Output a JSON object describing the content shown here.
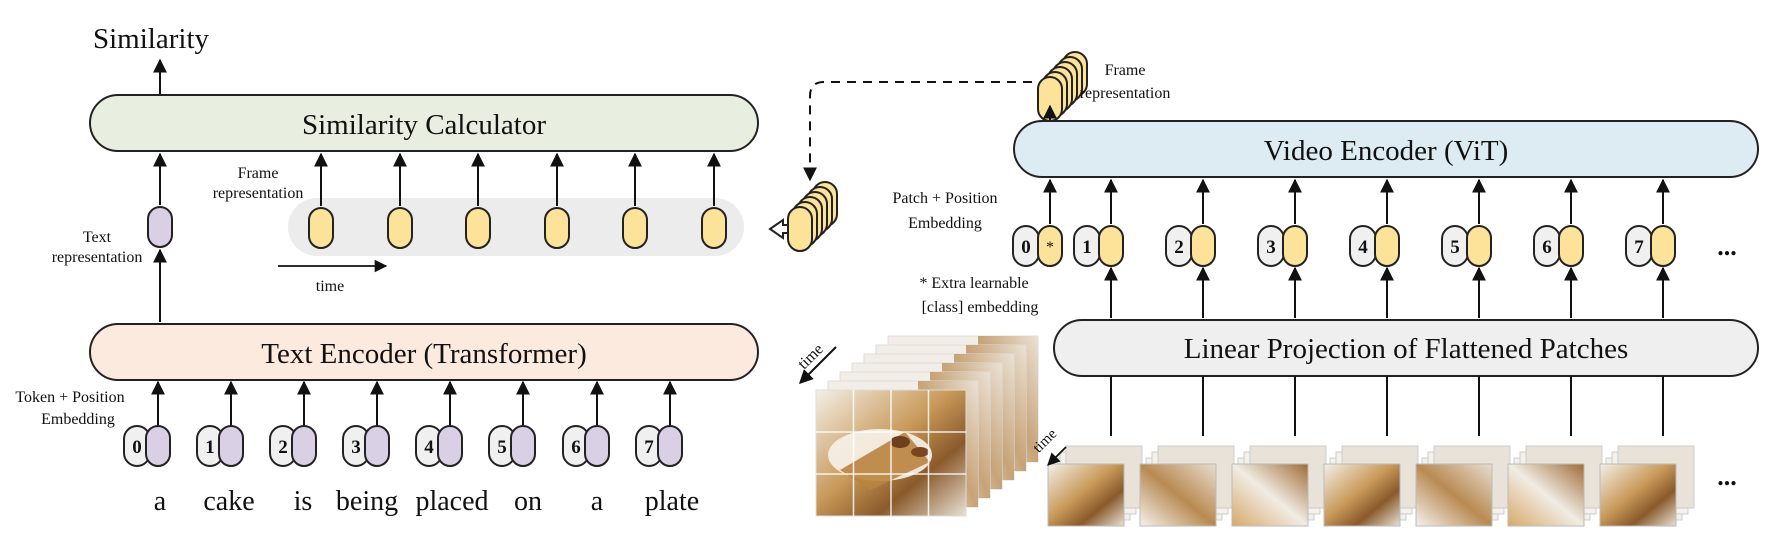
{
  "similarity": "Similarity",
  "similarity_calculator": "Similarity Calculator",
  "text_encoder": "Text Encoder (Transformer)",
  "video_encoder": "Video Encoder (ViT)",
  "linear_projection": "Linear Projection of Flattened Patches",
  "text_representation": [
    "Text",
    "representation"
  ],
  "frame_representation_left": [
    "Frame",
    "representation"
  ],
  "frame_representation_right": [
    "Frame",
    "representation"
  ],
  "token_position_embedding": [
    "Token + Position",
    "Embedding"
  ],
  "patch_position_embedding": [
    "Patch + Position",
    "Embedding"
  ],
  "extra_learnable": [
    "* Extra learnable",
    "[class] embedding"
  ],
  "time_label": "time",
  "clip_time_label": "time",
  "patches_time_label": "time",
  "ellipsis": "...",
  "class_star": "*",
  "words": [
    "a",
    "cake",
    "is",
    "being",
    "placed",
    "on",
    "a",
    "plate"
  ],
  "text_token_indices": [
    "0",
    "1",
    "2",
    "3",
    "4",
    "5",
    "6",
    "7"
  ],
  "patch_indices": [
    "0",
    "1",
    "2",
    "3",
    "4",
    "5",
    "6",
    "7"
  ],
  "colors": {
    "sim_fill": "#e8efe0",
    "text_enc_fill": "#fbeadd",
    "video_enc_fill": "#dcecf2",
    "proj_fill": "#efefef",
    "token_purple": "#d9d0e6",
    "frame_yellow": "#fde39a",
    "track_gray": "#ececec",
    "index_gray": "#f0f0f0"
  }
}
